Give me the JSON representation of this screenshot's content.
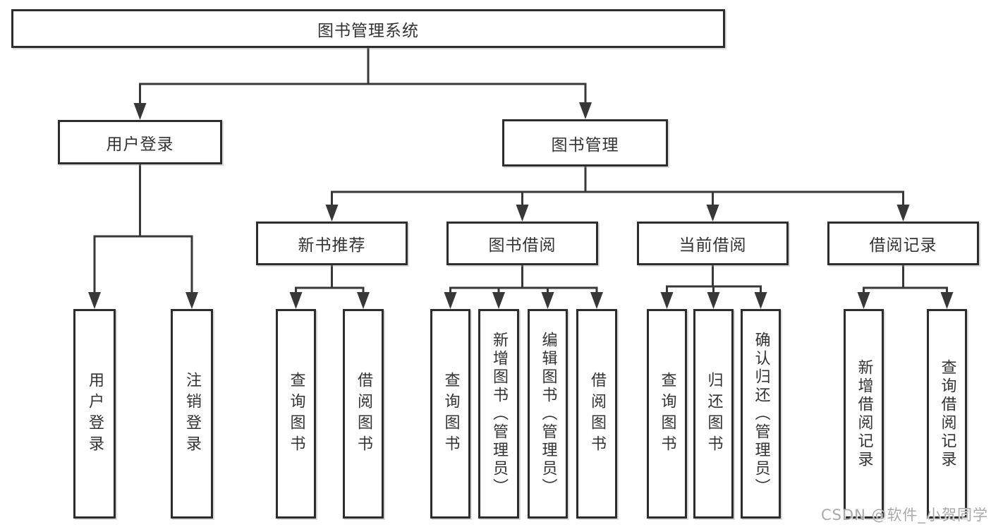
{
  "diagram": {
    "root": "图书管理系统",
    "level1": {
      "user_login": "用户登录",
      "book_mgmt": "图书管理"
    },
    "user_login_children": {
      "login": "用户登录",
      "logout": "注销登录"
    },
    "book_mgmt_children": {
      "new_book_rec": "新书推荐",
      "book_borrow": "图书借阅",
      "current_borrow": "当前借阅",
      "borrow_record": "借阅记录"
    },
    "new_book_rec_children": {
      "query_book": "查询图书",
      "borrow_book": "借阅图书"
    },
    "book_borrow_children": {
      "query_book": "查询图书",
      "add_book": "新增图书（管理员）",
      "edit_book": "编辑图书（管理员）",
      "borrow_book": "借阅图书"
    },
    "current_borrow_children": {
      "query_book": "查询图书",
      "return_book": "归还图书",
      "confirm_return": "确认归还（管理员）"
    },
    "borrow_record_children": {
      "add_record": "新增借阅记录",
      "query_record": "查询借阅记录"
    }
  },
  "watermark": "CSDN @软件_小贺同学",
  "colors": {
    "line": "#383838",
    "box_border": "#2d2d2d",
    "text": "#333333",
    "watermark": "#a9a9a9",
    "background": "#ffffff"
  }
}
